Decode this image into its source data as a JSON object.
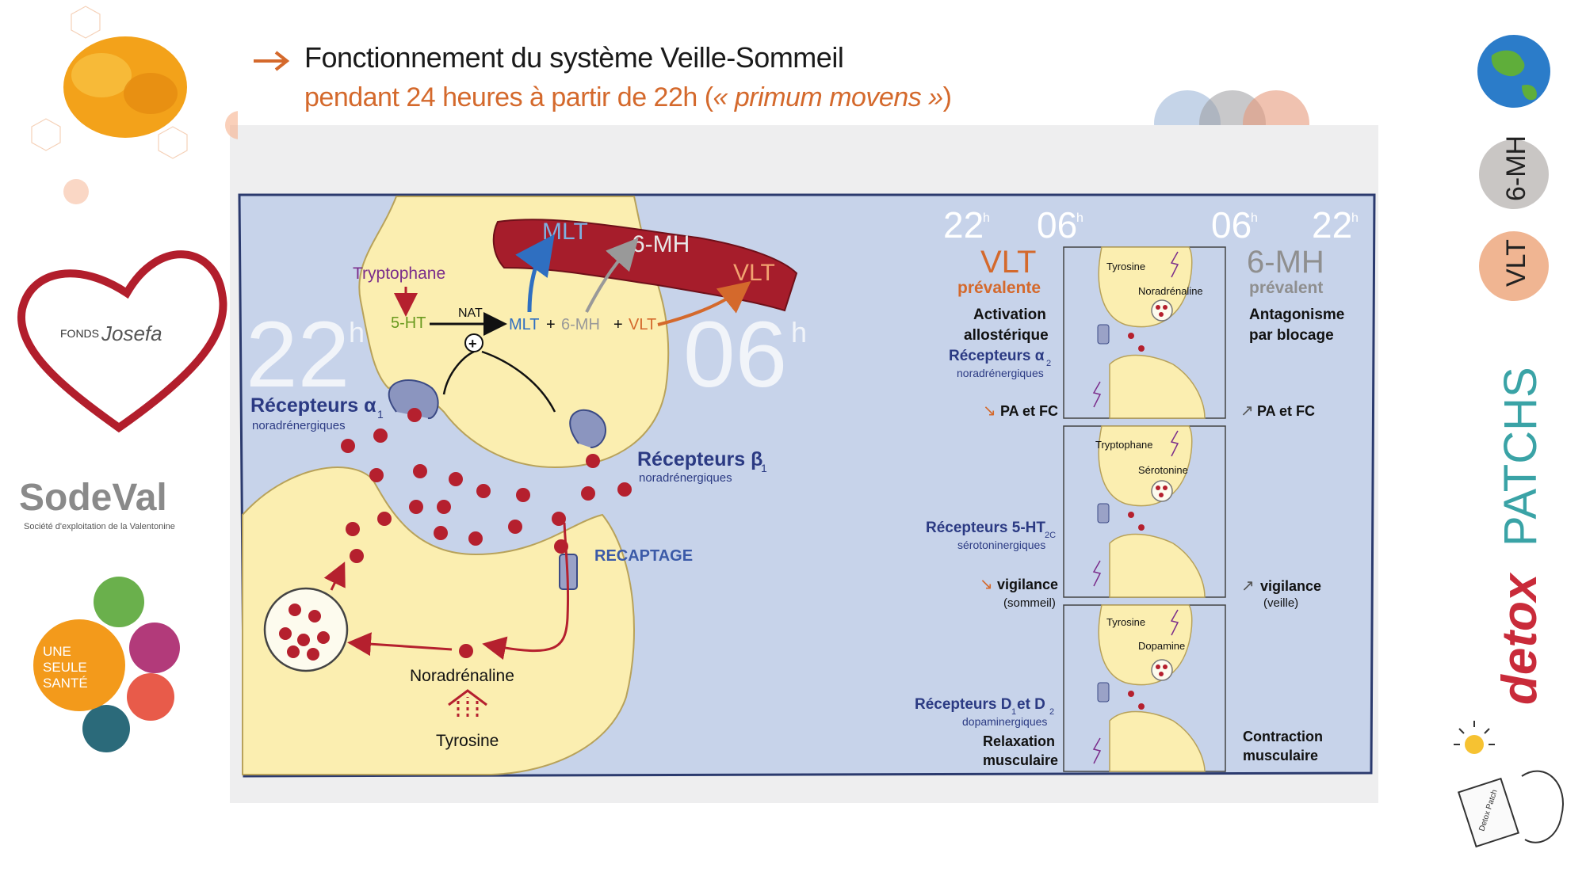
{
  "header": {
    "title": "Fonctionnement du système Veille-Sommeil",
    "subtitle_prefix": "pendant 24 heures à partir de 22h (",
    "subtitle_italic": "« primum movens »",
    "subtitle_suffix": ")"
  },
  "left_logos": {
    "fonds_text_1": "FONDS",
    "fonds_text_2": "Josefa",
    "sodeval_title": "SodeVal",
    "sodeval_caption": "Société d'exploitation de la Valentonine",
    "une_seule_sante": [
      "UNE",
      "SEULE",
      "SANTÉ"
    ]
  },
  "right_logos": {
    "badge_6mh": "6-MH",
    "badge_vlt": "VLT",
    "brand_italic": "detox",
    "brand_caps": "PATCHS",
    "patch_box_text": "Detox Patch"
  },
  "synapse": {
    "time_left_hour": "22",
    "time_left_sup": "h",
    "time_right_hour": "06",
    "time_right_sup": "h",
    "tryptophane": "Tryptophane",
    "five_ht": "5-HT",
    "nat": "NAT",
    "plus_circle": "+",
    "mlt_product": "MLT",
    "plus_1": "+",
    "six_mh_product": "6-MH",
    "plus_2": "+",
    "vlt_product": "VLT",
    "vessel_mlt": "MLT",
    "vessel_6mh": "6-MH",
    "vessel_vlt": "VLT",
    "alpha1_title": "Récepteurs α",
    "alpha1_sub": "1",
    "alpha1_caption": "noradrénergiques",
    "beta1_title": "Récepteurs β",
    "beta1_sub": "1",
    "beta1_caption": "noradrénergiques",
    "recaptage": "RECAPTAGE",
    "noradrenaline": "Noradrénaline",
    "tyrosine": "Tyrosine"
  },
  "comparison": {
    "time_1": "22",
    "time_2": "06",
    "time_3": "06",
    "time_4": "22",
    "time_sup": "h",
    "left_title": "VLT",
    "left_sub": "prévalente",
    "left_action_1": "Activation",
    "left_action_2": "allostérique",
    "right_title": "6-MH",
    "right_sub": "prévalent",
    "right_action_1": "Antagonisme",
    "right_action_2": "par blocage",
    "rows": [
      {
        "receptor": "Récepteurs α",
        "receptor_sub": "2",
        "receptor_caption": "noradrénergiques",
        "left_arrow": "↘",
        "left_effect": "PA et FC",
        "left_note": "",
        "right_arrow": "↗",
        "right_effect": "PA et FC",
        "right_note": "",
        "precursor": "Tyrosine",
        "transmitter": "Noradrénaline"
      },
      {
        "receptor": "Récepteurs 5-HT",
        "receptor_sub": "2C",
        "receptor_caption": "sérotoninergiques",
        "left_arrow": "↘",
        "left_effect": "vigilance",
        "left_note": "(sommeil)",
        "right_arrow": "↗",
        "right_effect": "vigilance",
        "right_note": "(veille)",
        "precursor": "Tryptophane",
        "transmitter": "Sérotonine"
      },
      {
        "receptor": "Récepteurs D",
        "receptor_sub": "1",
        "receptor_mid": " et D",
        "receptor_sub2": "2",
        "receptor_caption": "dopaminergiques",
        "left_arrow": "",
        "left_effect": "Relaxation",
        "left_note": "musculaire",
        "right_arrow": "",
        "right_effect": "Contraction",
        "right_note": "musculaire",
        "precursor": "Tyrosine",
        "transmitter": "Dopamine"
      }
    ]
  },
  "colors": {
    "orange": "#d4692c",
    "navy": "#2b3a83",
    "blood": "#b5202e",
    "panel_blue": "#c7d3ea",
    "cream": "#fbeeb0",
    "grey_bg": "#eeeeef",
    "purple": "#7b2d8b",
    "green": "#6a9a1f"
  }
}
